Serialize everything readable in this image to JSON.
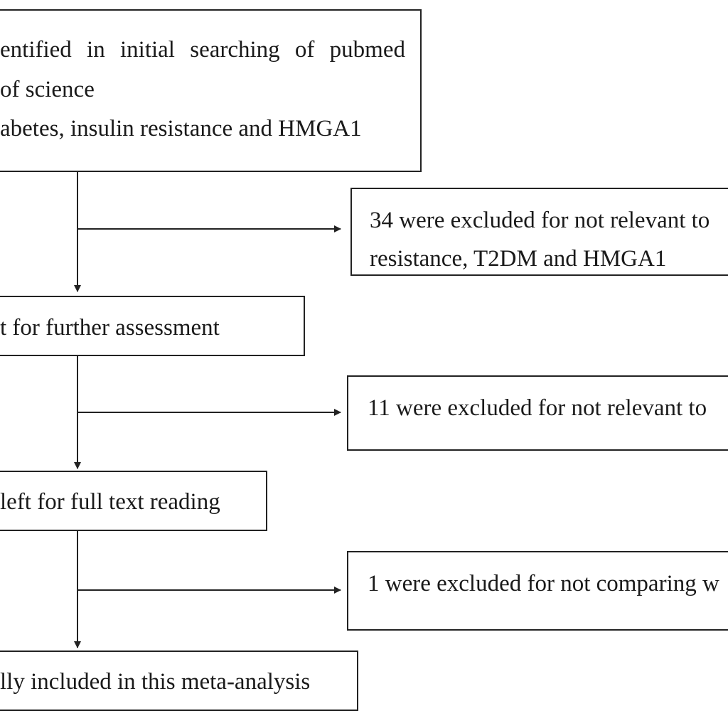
{
  "flow": {
    "search_box": {
      "lines": [
        "entified in initial searching of pubmed",
        "of science",
        "abetes, insulin resistance and HMGA1"
      ]
    },
    "exclusion_1": {
      "lines": [
        "34 were excluded for not relevant to",
        "resistance, T2DM and HMGA1"
      ]
    },
    "assessment_box": {
      "lines": [
        "t for further assessment"
      ]
    },
    "exclusion_2": {
      "lines": [
        "11 were excluded for not relevant to"
      ]
    },
    "full_text_box": {
      "lines": [
        "left for full text reading"
      ]
    },
    "exclusion_3": {
      "lines": [
        "1 were excluded for not comparing w"
      ]
    },
    "included_box": {
      "lines": [
        "lly included in this meta-analysis"
      ]
    }
  },
  "colors": {
    "stroke": "#222222",
    "text": "#1a1a1a",
    "background": "#ffffff"
  }
}
